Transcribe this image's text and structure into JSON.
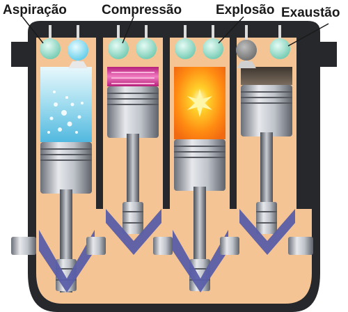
{
  "labels": {
    "aspiracao": "Aspiração",
    "compressao": "Compressão",
    "explosao": "Explosão",
    "exaustao": "Exaustão"
  },
  "strokes": [
    {
      "id": "aspiracao",
      "phase": "intake",
      "color": "#c8eaf4"
    },
    {
      "id": "compressao",
      "phase": "compression",
      "color": "#d43c9a"
    },
    {
      "id": "explosao",
      "phase": "power",
      "color": "#ff8c1a"
    },
    {
      "id": "exaustao",
      "phase": "exhaust",
      "color": "#5a4f46"
    }
  ],
  "colors": {
    "block": "#26282c",
    "crankcase": "#f4c495",
    "cylinder_wall": "#3a3a3a",
    "valve": "#9fe3d0",
    "crank_purple": "#5a5ea8",
    "metal": "#b8bcc4"
  }
}
